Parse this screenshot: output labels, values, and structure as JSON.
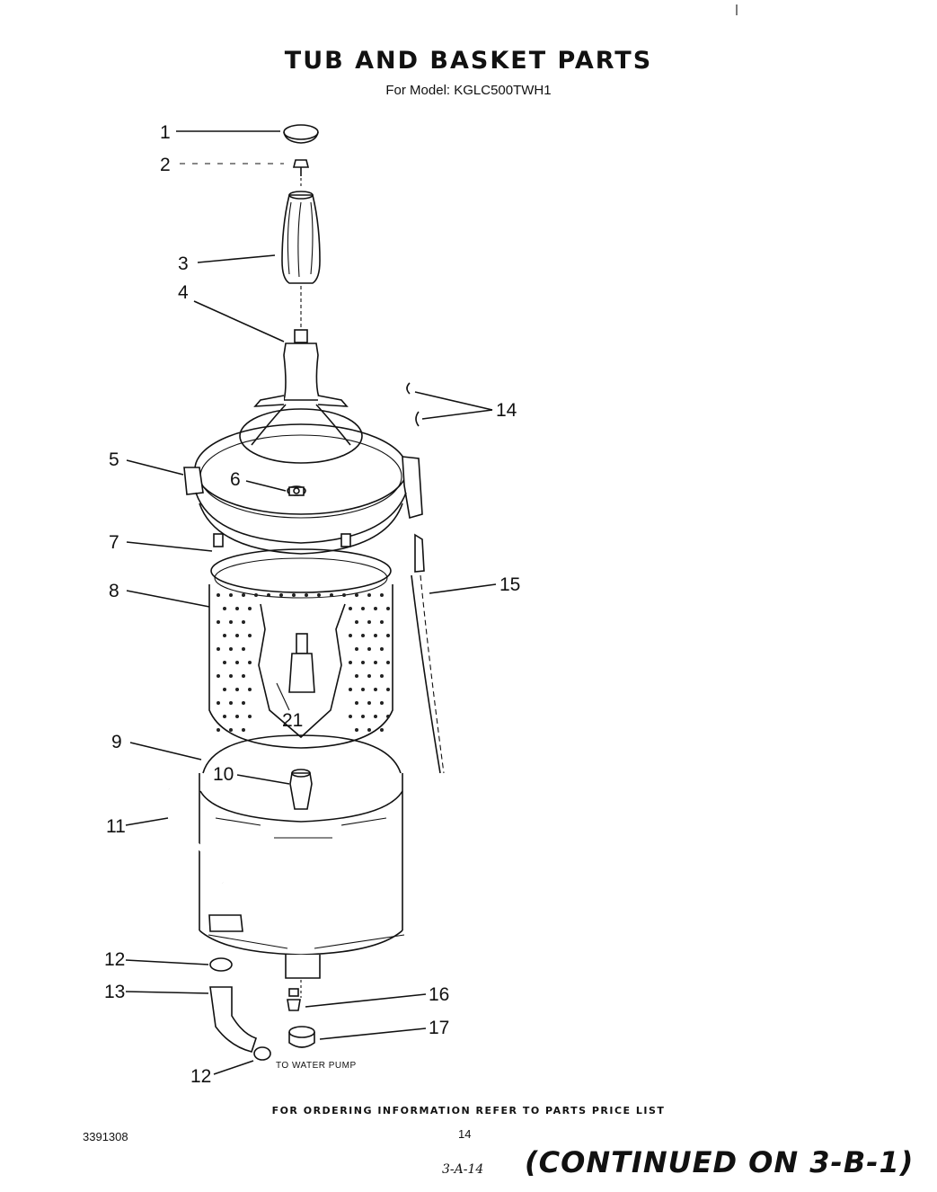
{
  "header": {
    "title": "TUB AND BASKET PARTS",
    "subtitle": "For Model: KGLC500TWH1"
  },
  "callouts": [
    {
      "id": "c1",
      "text": "1"
    },
    {
      "id": "c2",
      "text": "2"
    },
    {
      "id": "c3",
      "text": "3"
    },
    {
      "id": "c4",
      "text": "4"
    },
    {
      "id": "c5",
      "text": "5"
    },
    {
      "id": "c6",
      "text": "6"
    },
    {
      "id": "c7",
      "text": "7"
    },
    {
      "id": "c8",
      "text": "8"
    },
    {
      "id": "c9",
      "text": "9"
    },
    {
      "id": "c10",
      "text": "10"
    },
    {
      "id": "c11",
      "text": "11"
    },
    {
      "id": "c12a",
      "text": "12"
    },
    {
      "id": "c13",
      "text": "13"
    },
    {
      "id": "c12b",
      "text": "12"
    },
    {
      "id": "c14",
      "text": "14"
    },
    {
      "id": "c15",
      "text": "15"
    },
    {
      "id": "c16",
      "text": "16"
    },
    {
      "id": "c17",
      "text": "17"
    },
    {
      "id": "c21",
      "text": "21"
    }
  ],
  "diagram": {
    "pump_note": "TO WATER PUMP"
  },
  "footer": {
    "ordering_note": "FOR ORDERING INFORMATION REFER TO PARTS PRICE LIST",
    "doc_number": "3391308",
    "page_number": "14",
    "handwritten_ref": "3-A-14",
    "continued": "(CONTINUED ON 3-B-1)"
  }
}
